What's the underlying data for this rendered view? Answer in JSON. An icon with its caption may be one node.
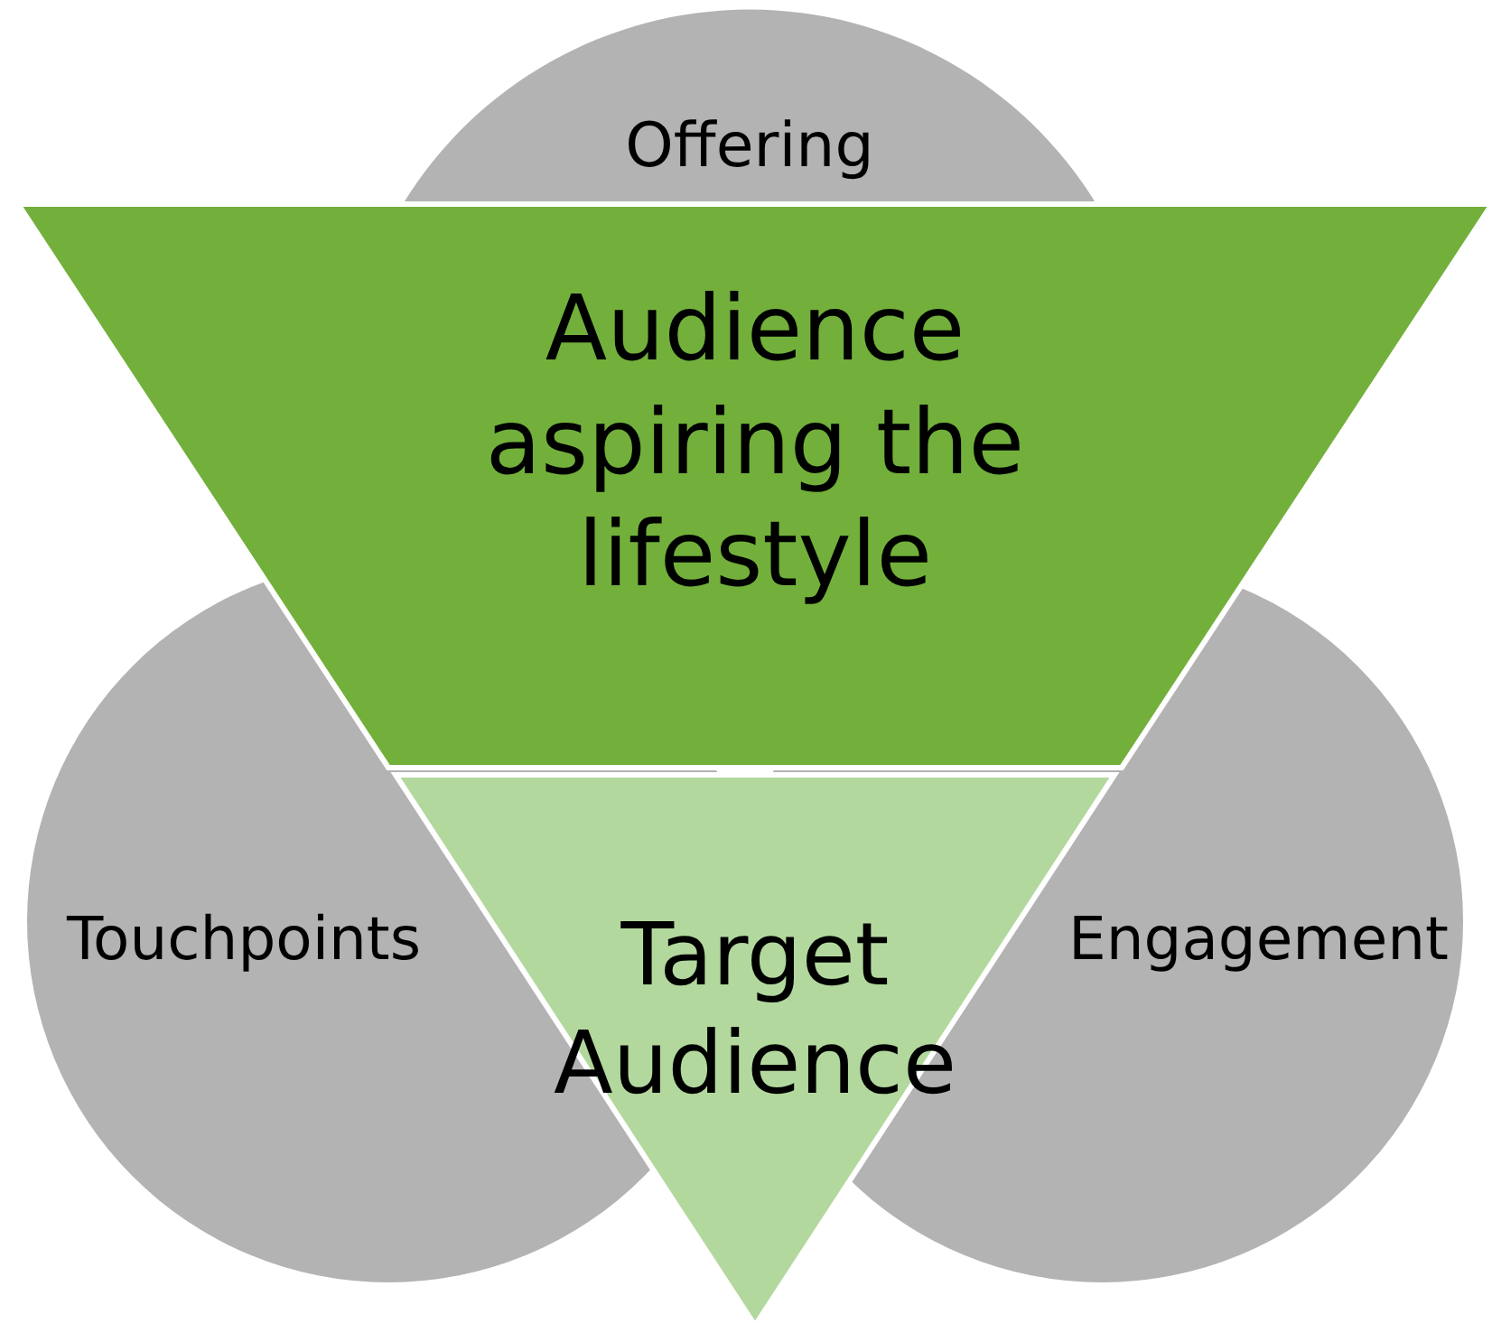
{
  "diagram": {
    "nodes": [
      {
        "text": [
          "Offering"
        ]
      },
      {
        "text": [
          "Touchpoints"
        ]
      },
      {
        "text": [
          "Engagement"
        ]
      },
      {
        "text": [
          "Audience aspiring the lifestyle"
        ]
      },
      {
        "text": [
          "Target Audience"
        ]
      }
    ]
  }
}
